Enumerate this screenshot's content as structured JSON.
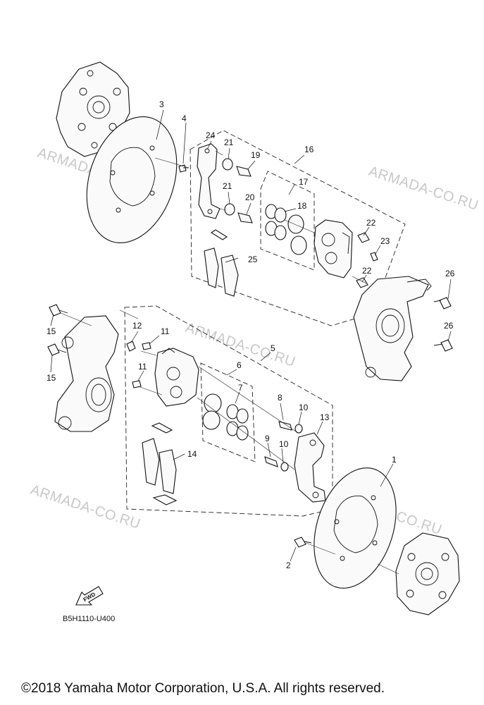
{
  "diagram": {
    "ref_code": "B5H1110-U400",
    "fwd_label": "FWD",
    "watermark": "ARMADA-CO.RU",
    "copyright": "©2018 Yamaha Motor Corporation, U.S.A. All rights reserved.",
    "callouts": [
      "1",
      "2",
      "3",
      "4",
      "5",
      "6",
      "7",
      "8",
      "9",
      "10",
      "10",
      "11",
      "11",
      "12",
      "13",
      "14",
      "15",
      "15",
      "16",
      "17",
      "18",
      "19",
      "20",
      "21",
      "21",
      "22",
      "22",
      "23",
      "24",
      "25",
      "26",
      "26"
    ]
  }
}
